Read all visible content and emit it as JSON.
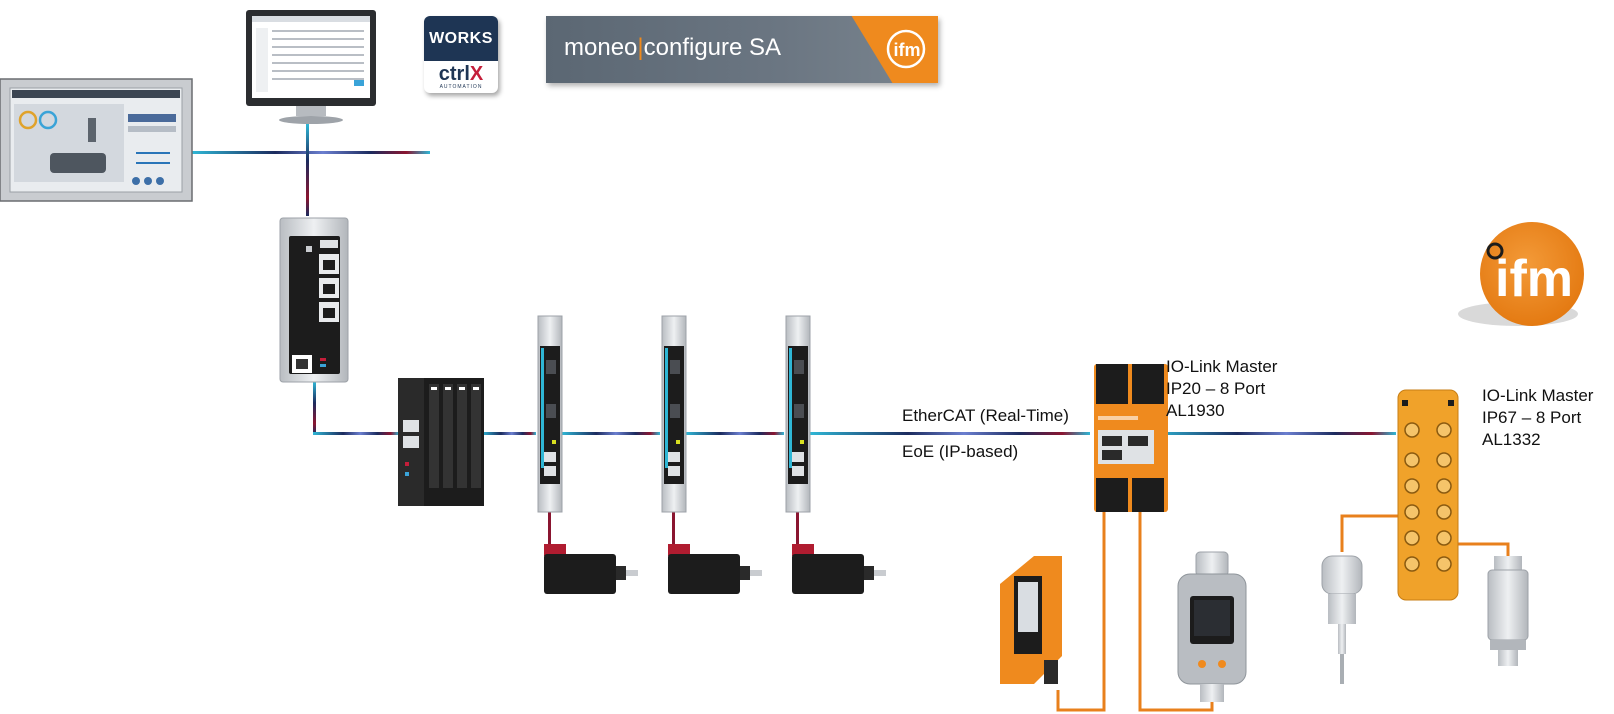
{
  "logos": {
    "works_top": "WORKS",
    "works_brand_main": "ctrl",
    "works_brand_x": "X",
    "works_sub": "AUTOMATION",
    "banner_part1": "moneo",
    "banner_sep": "|",
    "banner_part2": "configure SA",
    "ifm_text": "ifm"
  },
  "labels": {
    "ethercat": "EtherCAT (Real-Time)",
    "eoe": "EoE  (IP-based)",
    "al1930_line1": "IO-Link Master",
    "al1930_line2": "IP20 – 8 Port",
    "al1930_line3": "AL1930",
    "al1332_line1": "IO-Link Master",
    "al1332_line2": "IP67 – 8 Port",
    "al1332_line3": "AL1332"
  },
  "colors": {
    "ifm_orange": "#ef8a1e",
    "cable_orange": "#e8801c",
    "ethercat_cyan": "#2fb7d6",
    "eoe_navy": "#1c2b5e",
    "eoe_red": "#8a1530",
    "device_black": "#1c1c1c",
    "device_silver": "#d6d9dc",
    "banner_gray": "#5b6773"
  },
  "icons": {
    "hmi_panel": "hmi-touch-panel-icon",
    "monitor": "desktop-monitor-icon",
    "controller": "ctrlx-core-controller-icon",
    "io_module": "io-module-icon",
    "drive": "servo-drive-icon",
    "motor": "servo-motor-icon",
    "io_link_ip20": "io-link-master-ip20-icon",
    "io_link_ip67": "io-link-master-ip67-icon",
    "photo_sensor": "photoelectric-sensor-icon",
    "flow_sensor": "flow-sensor-display-icon",
    "temp_sensor": "temperature-sensor-icon",
    "pressure_sensor": "pressure-sensor-icon"
  }
}
